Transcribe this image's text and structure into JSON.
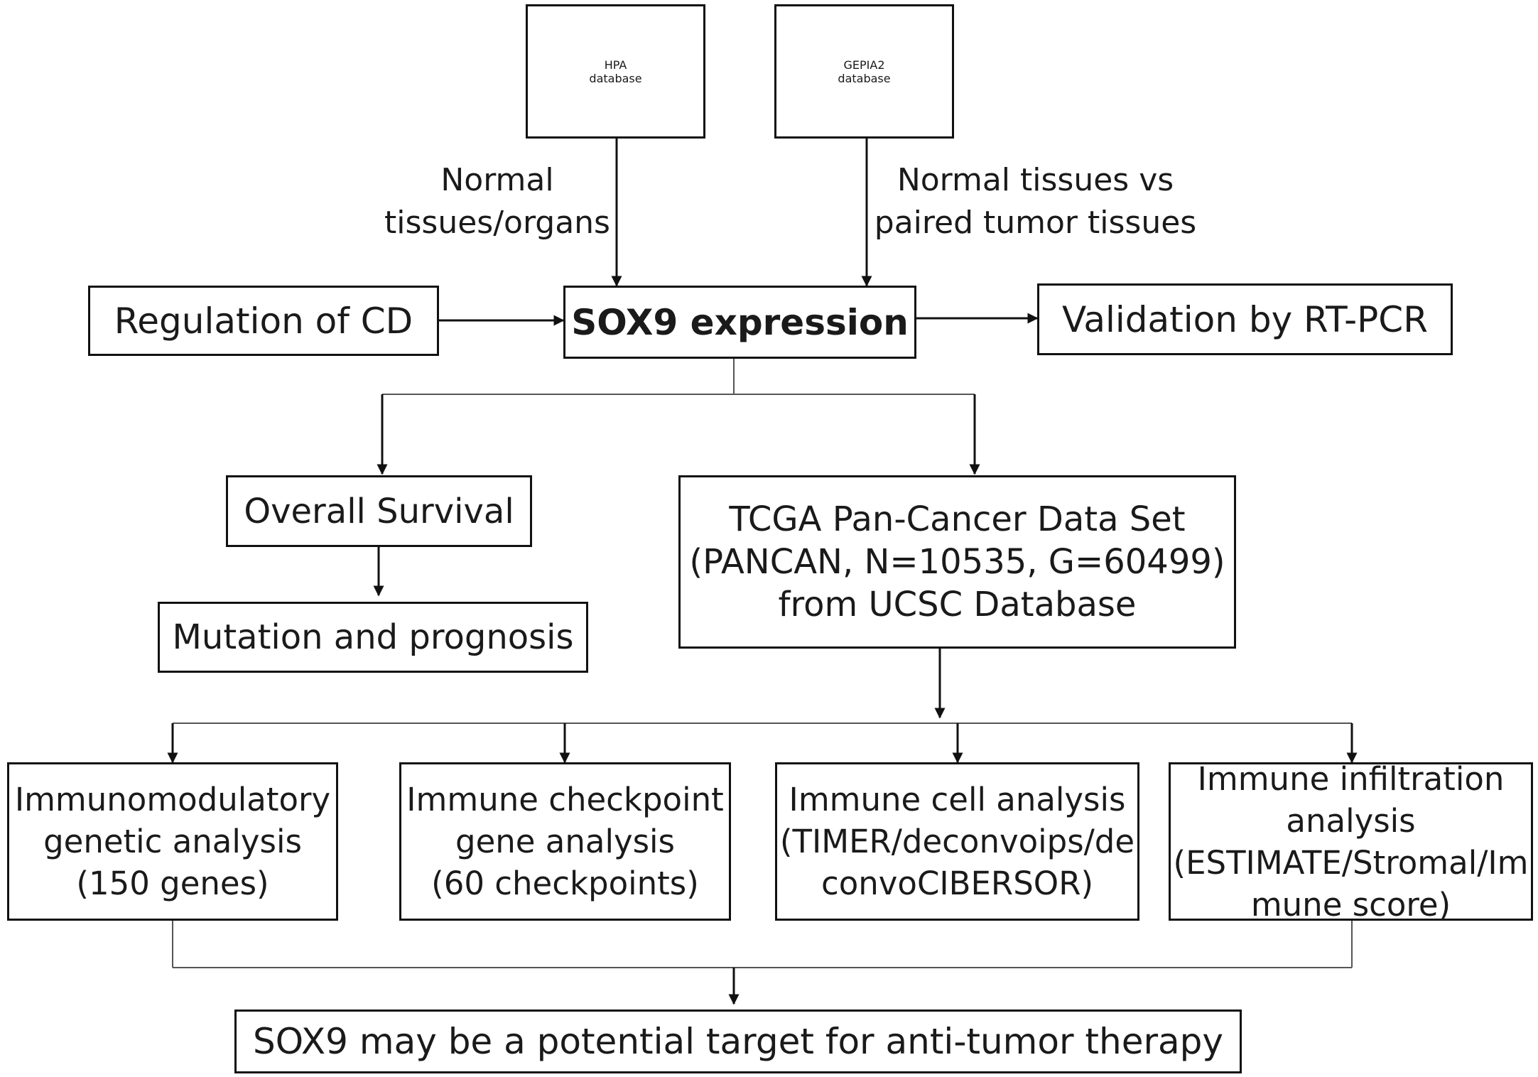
{
  "nodes": {
    "hpa": [
      "HPA",
      "database"
    ],
    "gepia2": [
      "GEPIA2",
      "database"
    ],
    "regulation": [
      "Regulation of CD"
    ],
    "sox9": [
      "SOX9 expression"
    ],
    "validation": [
      "Validation by RT-PCR"
    ],
    "survival": [
      "Overall Survival"
    ],
    "mutation": [
      "Mutation and prognosis"
    ],
    "tcga": [
      "TCGA Pan-Cancer Data Set",
      "(PANCAN, N=10535, G=60499)",
      "from UCSC Database"
    ],
    "immunomodulatory": [
      "Immunomodulatory",
      "genetic analysis",
      "(150 genes)"
    ],
    "checkpoint": [
      "Immune checkpoint",
      "gene analysis",
      "(60 checkpoints)"
    ],
    "immune_cell": [
      "Immune cell analysis",
      "(TIMER/deconvoips/de",
      "convoCIBERSOR)"
    ],
    "infiltration": [
      "Immune infiltration",
      "analysis",
      "(ESTIMATE/Stromal/Im",
      "mune score)"
    ],
    "conclusion": [
      "SOX9 may be a potential target for anti-tumor therapy"
    ]
  },
  "edge_labels": {
    "hpa_to_sox9": [
      "Normal",
      "tissues/organs"
    ],
    "gepia2_to_sox9": [
      "Normal tissues vs",
      "paired tumor tissues"
    ]
  },
  "colors": {
    "stroke": "#111111",
    "text": "#1a1a1a",
    "background": "#ffffff"
  }
}
